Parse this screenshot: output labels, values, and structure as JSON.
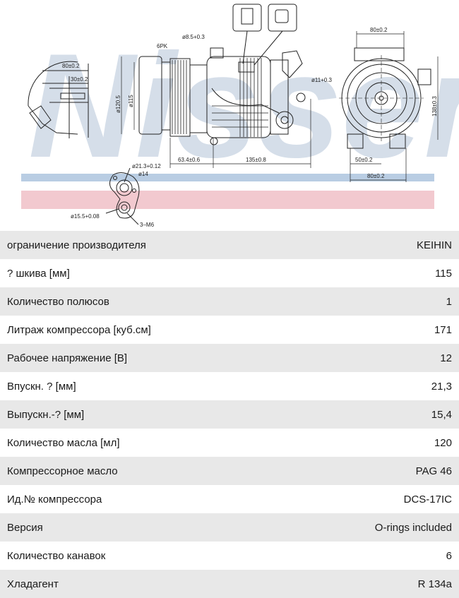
{
  "brand": {
    "watermark": "Nissens",
    "watermark_color": "#c8d4e2",
    "stripe_blue": "#b9cde3",
    "stripe_red": "#f2c9cf"
  },
  "drawing": {
    "dims": {
      "d1": "80±0.2",
      "d2": "30±0.2",
      "d3": "6PK",
      "d4": "ø8.5+0.3",
      "d5": "ø120.5",
      "d6": "ø115",
      "d7": "ø11+0.3",
      "d8": "80±0.2",
      "d9": "138±0.3",
      "d10": "63.4±0.6",
      "d11": "135±0.8",
      "d12": "50±0.2",
      "d13": "80±0.2",
      "d14": "ø21.3+0.12",
      "d15": "ø14",
      "d16": "ø15.5+0.08",
      "d17": "3–M6"
    }
  },
  "specs": [
    {
      "label": "ограничение производителя",
      "value": "KEIHIN"
    },
    {
      "label": "? шкива [мм]",
      "value": "115"
    },
    {
      "label": "Количество полюсов",
      "value": "1"
    },
    {
      "label": "Литраж компрессора [куб.см]",
      "value": "171"
    },
    {
      "label": "Рабочее напряжение [В]",
      "value": "12"
    },
    {
      "label": "Впускн. ? [мм]",
      "value": "21,3"
    },
    {
      "label": "Выпускн.-? [мм]",
      "value": "15,4"
    },
    {
      "label": "Количество масла [мл]",
      "value": "120"
    },
    {
      "label": "Компрессорное масло",
      "value": "PAG 46"
    },
    {
      "label": "Ид.№ компрессора",
      "value": "DCS-17IC"
    },
    {
      "label": "Версия",
      "value": "O-rings included"
    },
    {
      "label": "Количество канавок",
      "value": "6"
    },
    {
      "label": "Хладагент",
      "value": "R 134a"
    }
  ]
}
